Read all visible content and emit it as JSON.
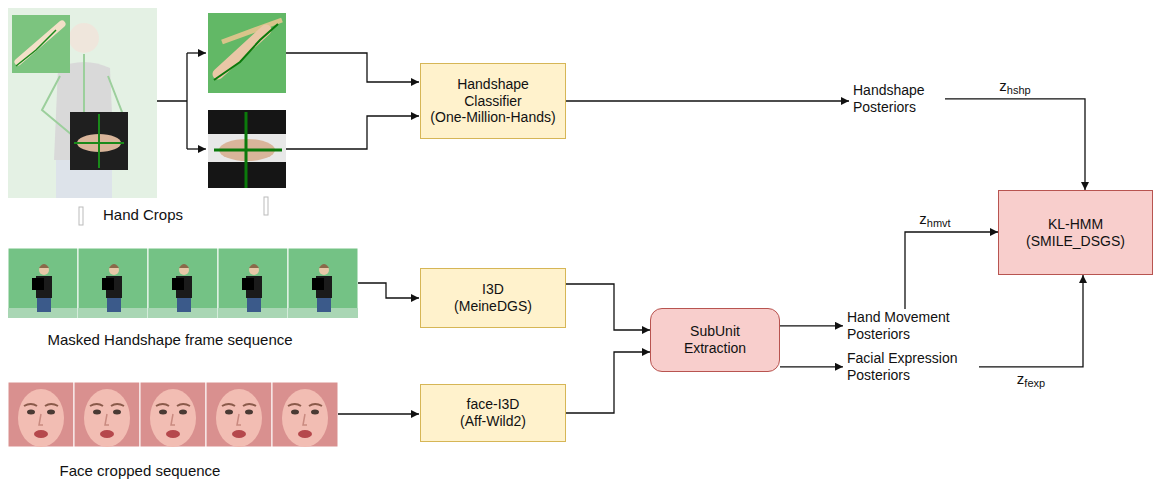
{
  "diagram": {
    "nodes": [
      {
        "text": [
          "Handshape Classifier (One-Million-Hands)"
        ]
      },
      {
        "text": [
          "Handshape Posteriors"
        ]
      },
      {
        "text": [
          "I3D (MeineDGS)"
        ]
      },
      {
        "text": [
          "face-I3D (Aff-Wild2)"
        ]
      },
      {
        "text": [
          "SubUnit Extraction"
        ]
      },
      {
        "text": [
          "Hand Movement Posteriors"
        ]
      },
      {
        "text": [
          "Facial Expression Posteriors"
        ]
      },
      {
        "text": [
          "KL-HMM (SMILE_DSGS)"
        ]
      }
    ],
    "edges": [
      {
        "from": 0,
        "to": 1,
        "arrow": "to"
      },
      {
        "from": 1,
        "to": 7,
        "arrow": "to",
        "label": "zhshp"
      },
      {
        "from": 2,
        "to": 4,
        "arrow": "to"
      },
      {
        "from": 3,
        "to": 4,
        "arrow": "to"
      },
      {
        "from": 4,
        "to": 5,
        "arrow": "to"
      },
      {
        "from": 4,
        "to": 6,
        "arrow": "to"
      },
      {
        "from": 5,
        "to": 7,
        "arrow": "to",
        "label": "zhmvt"
      },
      {
        "from": 6,
        "to": 7,
        "arrow": "to",
        "label": "zfexp"
      }
    ],
    "labels": [
      "Hand Crops",
      "Masked Handshape frame sequence",
      "Face cropped sequence"
    ]
  }
}
